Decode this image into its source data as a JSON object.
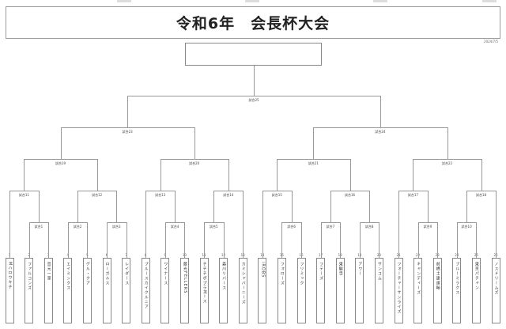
{
  "title": "令和6年　会長杯大会",
  "date": "2024/7/5",
  "teams": [
    "Mハロウキチ",
    "ファルコンズ",
    "島元一家",
    "エイミンクス",
    "グル・クア",
    "ローガルス",
    "レイダース",
    "ブルースカイクルニア",
    "ワイナース",
    "藤光FELLERS",
    "チチチポプラMース",
    "森川リバース",
    "カミシャバーニーズ",
    "iROBS",
    "フォローズ",
    "フリミック",
    "フテーズ",
    "東観寺",
    "アワー",
    "サンコム",
    "フォーチャーサンライズ",
    "キャンディーズ",
    "前橋土建運輸",
    "ブルーミラクス",
    "東京パチャン",
    "ノスドリームズ"
  ],
  "matches": [
    {
      "label": "試合1",
      "a": "t2",
      "b": "t3"
    },
    {
      "label": "試合2",
      "a": "t4",
      "b": "t5"
    },
    {
      "label": "試合3",
      "a": "t6",
      "b": "t7"
    },
    {
      "label": "試合4",
      "a": "t9",
      "b": "t10"
    },
    {
      "label": "試合5",
      "a": "t11",
      "b": "t12"
    },
    {
      "label": "試合6",
      "a": "t15",
      "b": "t16"
    },
    {
      "label": "試合7",
      "a": "t17",
      "b": "t18"
    },
    {
      "label": "試合8",
      "a": "t19",
      "b": "t20"
    },
    {
      "label": "試合9",
      "a": "t22",
      "b": "t23"
    },
    {
      "label": "試合10",
      "a": "t24",
      "b": "t25"
    },
    {
      "label": "試合11",
      "a": "t1",
      "b": "m1"
    },
    {
      "label": "試合12",
      "a": "m2",
      "b": "m3"
    },
    {
      "label": "試合13",
      "a": "t8",
      "b": "m4"
    },
    {
      "label": "試合14",
      "a": "m5",
      "b": "t13"
    },
    {
      "label": "試合15",
      "a": "t14",
      "b": "m6"
    },
    {
      "label": "試合16",
      "a": "m7",
      "b": "m8"
    },
    {
      "label": "試合17",
      "a": "t21",
      "b": "m9"
    },
    {
      "label": "試合18",
      "a": "m10",
      "b": "t26"
    },
    {
      "label": "試合19",
      "a": "m11",
      "b": "m12"
    },
    {
      "label": "試合20",
      "a": "m13",
      "b": "m14"
    },
    {
      "label": "試合21",
      "a": "m15",
      "b": "m16"
    },
    {
      "label": "試合22",
      "a": "m17",
      "b": "m18"
    },
    {
      "label": "試合23",
      "a": "m19",
      "b": "m20"
    },
    {
      "label": "試合24",
      "a": "m21",
      "b": "m22"
    },
    {
      "label": "試合25",
      "a": "m23",
      "b": "m24"
    }
  ]
}
